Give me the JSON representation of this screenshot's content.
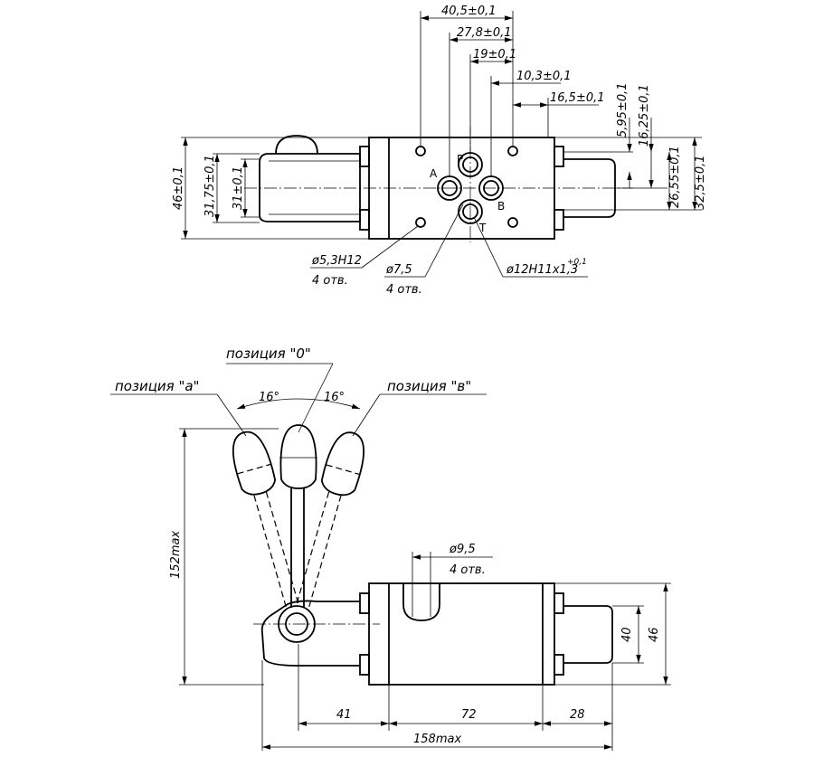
{
  "top_view": {
    "dim_horizontal": [
      "40,5±0,1",
      "27,8±0,1",
      "19±0,1",
      "10,3±0,1",
      "16,5±0,1"
    ],
    "dim_vertical_right": [
      "5,95±0,1",
      "16,25±0,1",
      "26,55±0,1",
      "32,5±0,1"
    ],
    "dim_vertical_left": [
      "46±0,1",
      "31,75±0,1",
      "31±0,1"
    ],
    "port_labels": {
      "p": "P",
      "a": "A",
      "b": "B",
      "t": "T"
    },
    "callouts": {
      "hole_size": "ø5,3H12",
      "hole_count": "4 отв.",
      "port_size": "ø7,5",
      "port_count": "4 отв.",
      "groove_size": "ø12H11x1,3",
      "groove_tol": "+0,1"
    }
  },
  "side_view": {
    "positions": {
      "zero": "позиция \"0\"",
      "a": "позиция \"а\"",
      "b": "позиция \"в\""
    },
    "angles": [
      "16°",
      "16°"
    ],
    "counterbore_size": "ø9,5",
    "counterbore_count": "4 отв.",
    "height_total": "152max",
    "dim_40": "40",
    "dim_46": "46",
    "dim_41": "41",
    "dim_72": "72",
    "dim_28": "28",
    "length_total": "158max"
  }
}
